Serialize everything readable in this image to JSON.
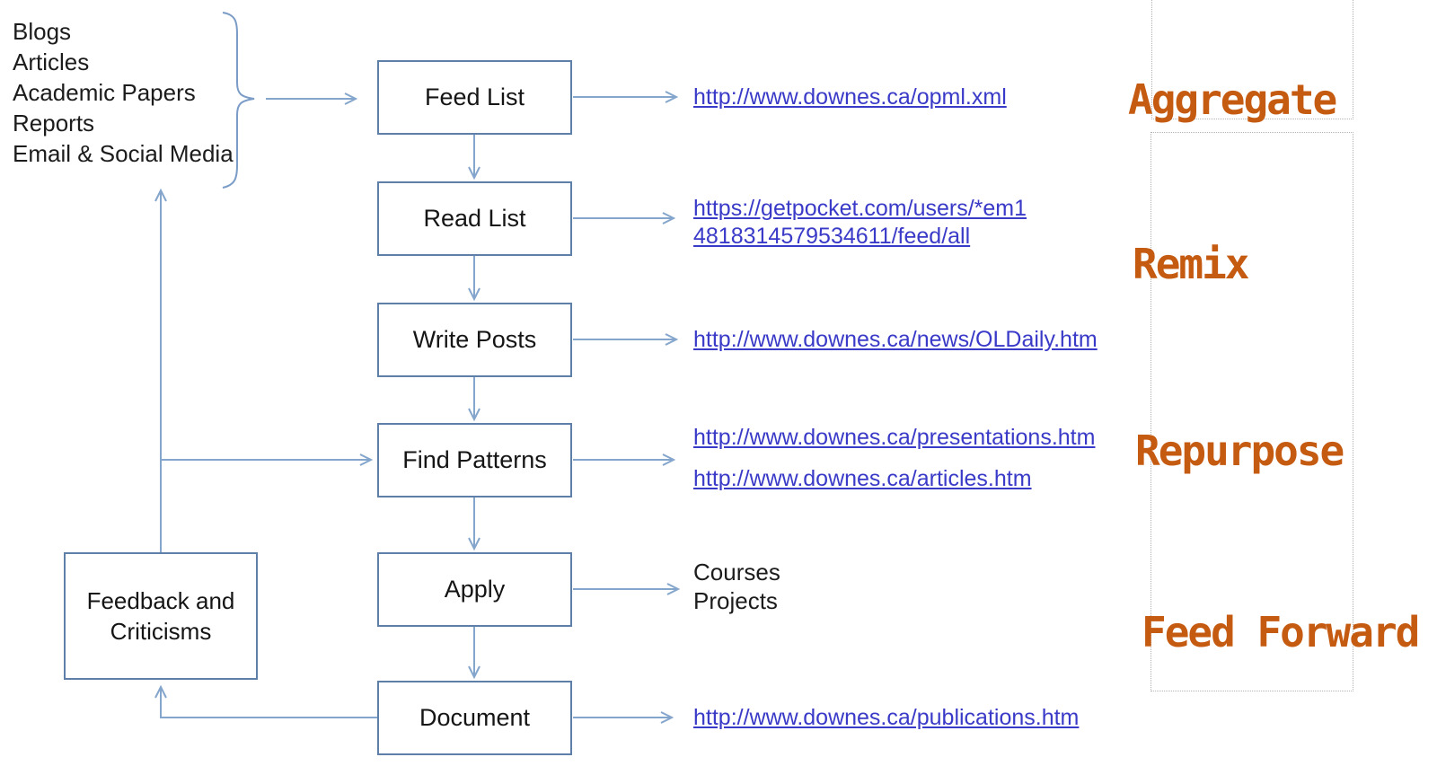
{
  "sources": {
    "items": [
      "Blogs",
      "Articles",
      "Academic Papers",
      "Reports",
      "Email & Social Media"
    ]
  },
  "flow": {
    "boxes": [
      {
        "label": "Feed List"
      },
      {
        "label": "Read List"
      },
      {
        "label": "Write Posts"
      },
      {
        "label": "Find Patterns"
      },
      {
        "label": "Apply"
      },
      {
        "label": "Document"
      }
    ],
    "feedback_box": {
      "line1": "Feedback and",
      "line2": "Criticisms"
    }
  },
  "outputs": {
    "feed_list_url": "http://www.downes.ca/opml.xml",
    "read_list_url_line1": "https://getpocket.com/users/*em1",
    "read_list_url_line2": "4818314579534611/feed/all",
    "write_posts_url": "http://www.downes.ca/news/OLDaily.htm",
    "find_patterns_url1": "http://www.downes.ca/presentations.htm",
    "find_patterns_url2": "http://www.downes.ca/articles.htm",
    "apply_line1": "Courses",
    "apply_line2": "Projects",
    "document_url": "http://www.downes.ca/publications.htm"
  },
  "stages": {
    "aggregate": "Aggregate",
    "remix": "Remix",
    "repurpose": "Repurpose",
    "feed_forward": "Feed Forward"
  },
  "colors": {
    "accent_orange": "#c55a11",
    "link_blue": "#3a3ac8",
    "connector_blue": "#84a5cc",
    "box_border_blue": "#5d7fa8"
  }
}
